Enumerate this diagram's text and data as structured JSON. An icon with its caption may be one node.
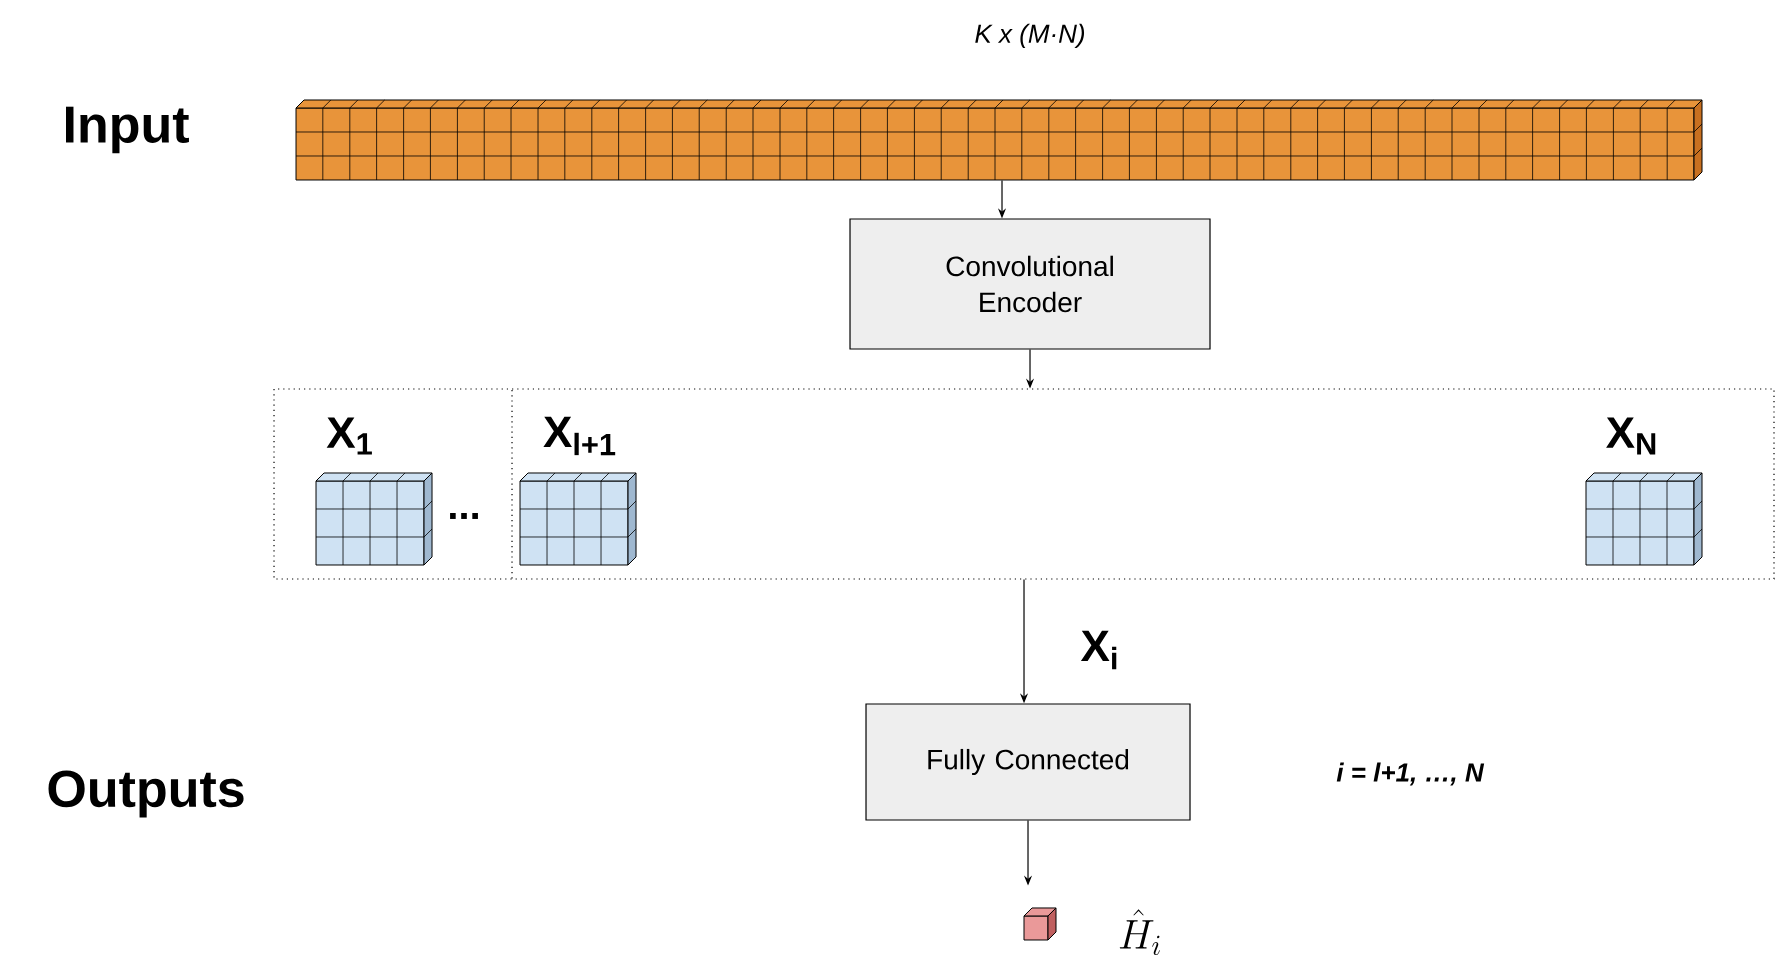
{
  "diagram": {
    "nodes": [
      {
        "text": [],
        "shape": "box",
        "beside": [
          "K x (M·N)"
        ]
      },
      {
        "text": [
          "Convolutional Encoder"
        ]
      },
      {
        "text": [],
        "shape": "box"
      },
      {
        "text": [],
        "shape": "box",
        "in": 2,
        "beside": [
          "X$_{1}$"
        ]
      },
      {
        "text": [],
        "shape": "box",
        "in": 2,
        "beside": [
          "X$_{l+1}$"
        ]
      },
      {
        "text": [],
        "shape": "box",
        "in": 2,
        "beside": [
          "X$_{N}$"
        ]
      },
      {
        "text": [
          "Fully Connected"
        ]
      },
      {
        "text": [],
        "shape": "box",
        "beside": [
          "\\hat{H}_i"
        ]
      }
    ],
    "edges": [
      {
        "from": 0,
        "to": 1,
        "arrow": "to"
      },
      {
        "from": 1,
        "to": 2,
        "arrow": "to"
      },
      {
        "from": 2,
        "to": 6,
        "arrow": "to",
        "label": "X$_{i}$"
      },
      {
        "from": 6,
        "to": 7,
        "arrow": "to"
      }
    ],
    "labels": [
      "Input",
      "...",
      "Outputs",
      "i = l+1, …, N"
    ]
  }
}
